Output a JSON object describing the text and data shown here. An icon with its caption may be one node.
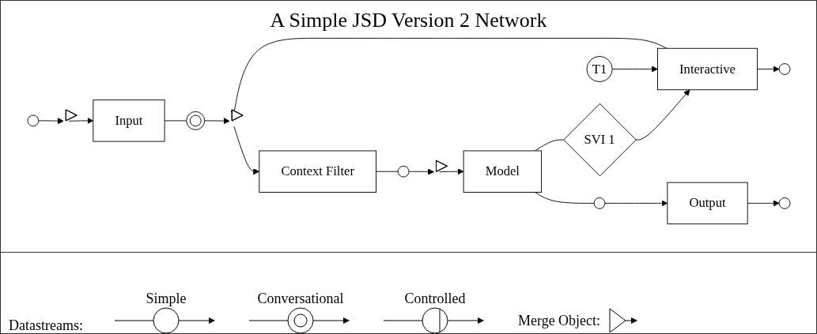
{
  "diagram": {
    "title": "A Simple JSD Version 2 Network",
    "nodes": [
      {
        "text": [],
        "shape": "circle"
      },
      {
        "text": [],
        "shape": "triangle"
      },
      {
        "text": [
          "Input"
        ]
      },
      {
        "text": [],
        "shape": "circle"
      },
      {
        "text": [],
        "shape": "triangle"
      },
      {
        "text": [
          "Context Filter"
        ]
      },
      {
        "text": [],
        "shape": "circle"
      },
      {
        "text": [],
        "shape": "triangle"
      },
      {
        "text": [
          "Model"
        ]
      },
      {
        "text": [
          "SVI 1"
        ]
      },
      {
        "text": [
          "T1"
        ]
      },
      {
        "text": [
          "Interactive"
        ]
      },
      {
        "text": [],
        "shape": "circle"
      },
      {
        "text": [],
        "shape": "circle"
      },
      {
        "text": [
          "Output"
        ]
      },
      {
        "text": [],
        "shape": "circle"
      }
    ],
    "edges": [
      {
        "from": 0,
        "to": 1,
        "arrow": "to"
      },
      {
        "from": 1,
        "to": 2,
        "arrow": "to"
      },
      {
        "from": 2,
        "to": 3,
        "arrow": "none"
      },
      {
        "from": 3,
        "to": 4,
        "arrow": "to"
      },
      {
        "from": 4,
        "to": 5,
        "arrow": "to"
      },
      {
        "from": 5,
        "to": 6,
        "arrow": "none"
      },
      {
        "from": 6,
        "to": 7,
        "arrow": "to"
      },
      {
        "from": 7,
        "to": 8,
        "arrow": "to"
      },
      {
        "from": 8,
        "to": 9,
        "arrow": "none"
      },
      {
        "from": 9,
        "to": 11,
        "arrow": "to"
      },
      {
        "from": 10,
        "to": 11,
        "arrow": "to"
      },
      {
        "from": 11,
        "to": 4,
        "arrow": "to"
      },
      {
        "from": 11,
        "to": 12,
        "arrow": "to"
      },
      {
        "from": 8,
        "to": 13,
        "arrow": "none"
      },
      {
        "from": 13,
        "to": 14,
        "arrow": "to"
      },
      {
        "from": 14,
        "to": 15,
        "arrow": "to"
      }
    ],
    "labels": [
      "Datastreams:"
    ],
    "legend": [
      {
        "text": "Simple"
      },
      {
        "text": "Conversational"
      },
      {
        "text": "Controlled"
      },
      {
        "text": "Merge Object:"
      }
    ]
  }
}
